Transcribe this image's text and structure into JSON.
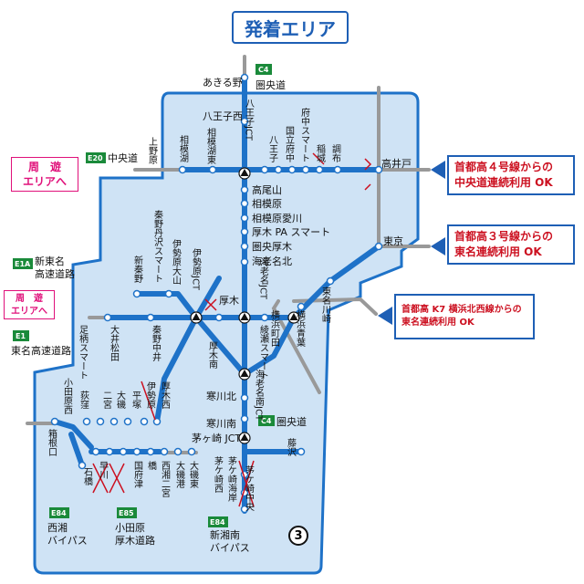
{
  "title": "発着エリア",
  "page_number": "3",
  "colors": {
    "area": "#cfe3f5",
    "line": "#1e72c8",
    "outside": "#999999",
    "accent_red": "#cc1020",
    "loop_pink": "#e0107a",
    "badge_green": "#1a8a3a"
  },
  "loop_labels": {
    "upper": [
      "周　遊",
      "エリアへ"
    ],
    "lower": [
      "周　遊",
      "エリアへ"
    ]
  },
  "notes": {
    "chuo": [
      "首都高４号線からの",
      "中央道連続利用 OK"
    ],
    "tomei": [
      "首都高３号線からの",
      "東名連続利用 OK"
    ],
    "k7": [
      "首都高 K7 横浜北西線からの",
      "東名連続利用 OK"
    ]
  },
  "roads": {
    "c4_top": {
      "badge": "C4",
      "name": "圏央道"
    },
    "e20": {
      "badge": "E20",
      "name": "中央道"
    },
    "e1a": {
      "badge": "E1A",
      "name": [
        "新東名",
        "高速道路"
      ]
    },
    "e1": {
      "badge": "E1",
      "name": "東名高速道路"
    },
    "c4_mid": {
      "badge": "C4",
      "name": "圏央道"
    },
    "e84_left": {
      "badge": "E84",
      "name": [
        "西湘",
        "バイパス"
      ]
    },
    "e85": {
      "badge": "E85",
      "name": [
        "小田原",
        "厚木道路"
      ]
    },
    "e84_mid": {
      "badge": "E84",
      "name": [
        "新湘南",
        "バイパス"
      ]
    }
  },
  "places": {
    "akiruno": "あきる野",
    "hachioji_nishi": "八王子西",
    "hachioji_jct": "八王子JCT",
    "hachioji": "八王子",
    "kunitachifuchu": "国立府中",
    "fuchu_smart": "府中スマート",
    "inagi": "稲城",
    "chofu": "調布",
    "takaido": "高井戸",
    "uenohara": "上野原",
    "sagamiko": "相模湖",
    "sagamiko_higashi": "相模湖東",
    "takaosan": "高尾山",
    "sagamihara": "相模原",
    "sagamihara_aikawa": "相模原愛川",
    "atsugi_pa": "厚木 PA スマート",
    "kenohatsugi": "圏央厚木",
    "ebina_kita": "海老名北",
    "tokyo": "東京",
    "hadano_tanzawa": "秦野丹沢スマート",
    "isehara_oyama": "伊勢原大山",
    "isehara_jct": "伊勢原JCT",
    "atsugi": "厚木",
    "ebina_jct": "海老名JCT",
    "tomei_ebina": "東名川崎",
    "shin_hadano": "新秦野",
    "ashigara_smart": "足柄スマート",
    "oimatsuda": "大井松田",
    "hadano_nakai": "秦野中井",
    "yokohama_machida": "横浜町田",
    "tsunashima": "綾瀬スマート",
    "yokohama_aoba": "横浜青葉",
    "atsugi_minami": "厚木南",
    "ebina_minami_jct": "海老名南JCT",
    "samukawa_kita": "寒川北",
    "samukawa_minami": "寒川南",
    "c4_label": "圏央道",
    "chigasaki_jct": "茅ヶ崎 JCT",
    "fujisawa": "藤沢",
    "odawara_nishi": "小田原西",
    "ogikubo": "荻窪",
    "futaba": "二宮",
    "oiso": "大磯",
    "hiratsuka": "平塚",
    "isehara": "伊勢原",
    "atsugi_nishi": "厚木西",
    "hakoneguchi": "箱根口",
    "ishibashi": "石橋",
    "sakawa": "早川",
    "kozu": "国府津",
    "hashi": "橋",
    "nishisho_ninomiya": "西湘二宮",
    "oiso_port": "大磯港",
    "oiso_higashi": "大磯東",
    "chigasaki_nishi": "茅ケ崎西",
    "chigasaki_kaigan": "茅ケ崎海岸",
    "chigasaki_chuo": "茅ケ崎中央"
  }
}
